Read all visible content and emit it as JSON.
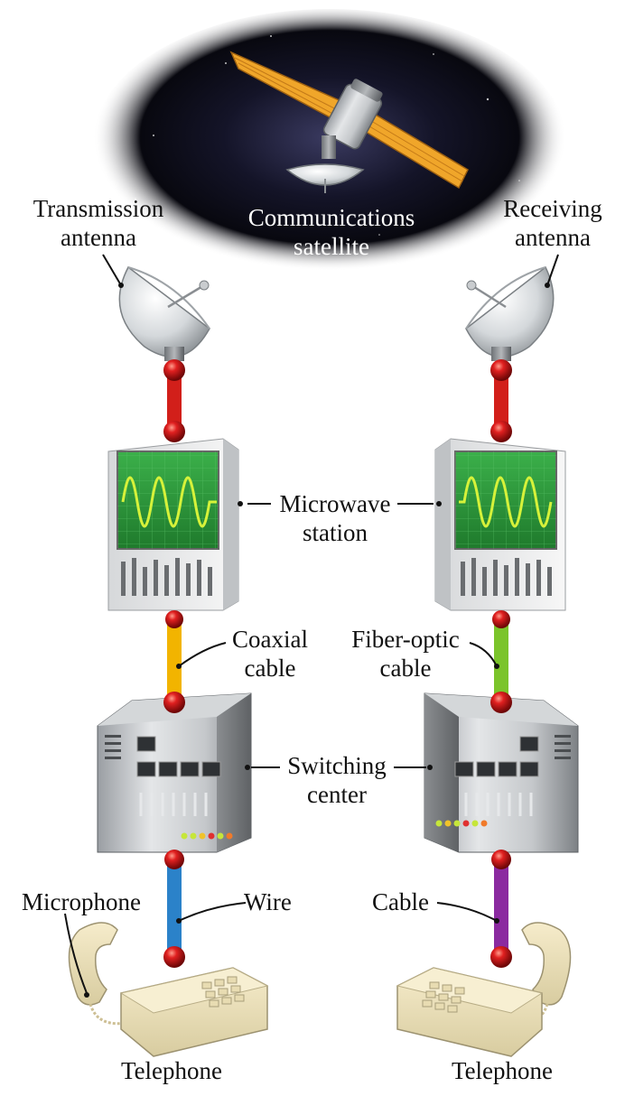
{
  "labels": {
    "satellite_line1": "Communications",
    "satellite_line2": "satellite",
    "tx_antenna_line1": "Transmission",
    "tx_antenna_line2": "antenna",
    "rx_antenna_line1": "Receiving",
    "rx_antenna_line2": "antenna",
    "microwave_line1": "Microwave",
    "microwave_line2": "station",
    "coaxial_line1": "Coaxial",
    "coaxial_line2": "cable",
    "fiber_line1": "Fiber-optic",
    "fiber_line2": "cable",
    "switching_line1": "Switching",
    "switching_line2": "center",
    "microphone": "Microphone",
    "wire": "Wire",
    "cable": "Cable",
    "telephone_left": "Telephone",
    "telephone_right": "Telephone"
  },
  "colors": {
    "space": "#0b0a1a",
    "satellite_panel": "#f0a62a",
    "dish": "#d9dde0",
    "connector": "#c41212",
    "microwave_link": "#d21f1a",
    "coaxial": "#f2b400",
    "fiber_optic": "#7bc42b",
    "wire": "#2b82c9",
    "cable": "#8b2aa0",
    "screen": "#2f9a3c",
    "signal": "#d6f23a",
    "phone": "#eee2b8"
  }
}
